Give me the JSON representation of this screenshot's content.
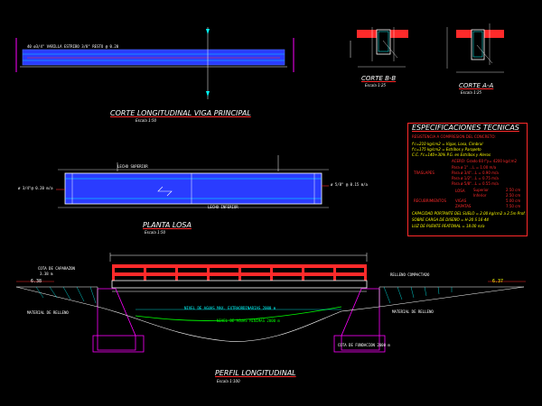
{
  "drawing": {
    "beam_section": {
      "title": "CORTE LONGITUDINAL VIGA PRINCIPAL",
      "scale": "Escala 1:50",
      "note": "40 ø3/4\" VARILLA  ESTRIBO 3/8\"  RESTO @ 0.20"
    },
    "section_bb": {
      "title": "CORTE B-B",
      "scale": "Escala 1:25"
    },
    "section_aa": {
      "title": "CORTE A-A",
      "scale": "Escala 1:25"
    },
    "slab_plan": {
      "title": "PLANTA LOSA",
      "scale": "Escala 1:50",
      "top_label": "LECHO SUPERIOR",
      "bottom_label": "LECHO INFERIOR",
      "left_note": "ø 3/4\"@ 0.20 m/a",
      "right_note": "ø 5/8\" @ 0.15 m/a"
    },
    "profile": {
      "title": "PERFIL LONGITUDINAL",
      "scale": "Escala 1:100",
      "left_level": "COTA DE CAPARAZON",
      "left_level_value": "3.38 m",
      "left_elev": "6.38",
      "right_level": "RELLENO COMPACTADO",
      "right_elev": "6.37",
      "left_fill": "MATERIAL DE RELLENO",
      "right_fill": "MATERIAL DE RELLENO",
      "max_water": "NIVEL DE AGUAS MAX. EXTRAORDINARIAS 2000 m",
      "min_water": "NIVEL DE AGUAS MINIMAS 2000 m",
      "foundation": "COTA DE FUNDACION 2000 m"
    },
    "specifications": {
      "title": "ESPECIFICACIONES TECNICAS",
      "concrete_header": "RESISTENCIA A COMPRESION DEL CONCRETO:",
      "concrete_lines": [
        "f'c=210 kg/cm2 = Vigas, Losa, Cimbral",
        "f'c=175 kg/cm2 = Estribos y Parapeto",
        "C.C. f'c=140+30% P.G. en Estribos y Aleros"
      ],
      "steel_line": "ACERO: Grado 60  f'y= 4200 kg/cm2",
      "overlap_label": "TRASLAPES",
      "overlaps": [
        "Para ø 1\"  ...L = 1.00 m/a",
        "Para ø 3/4\"...L = 0.90 m/a",
        "Para ø 1/2\"...L = 0.75 m/a",
        "Para ø 5/8\"...L = 0.55 m/a"
      ],
      "cover_label": "RECUBRIMIENTOS",
      "covers": [
        {
          "element": "LOSA",
          "face": "Superior",
          "value": "2.50 cm"
        },
        {
          "element": "",
          "face": "Inferior",
          "value": "2.50 cm"
        },
        {
          "element": "VIGAS",
          "face": "",
          "value": "5.00 cm"
        },
        {
          "element": "ZAPATAS",
          "face": "",
          "value": "7.50 cm"
        }
      ],
      "footer_lines": [
        "CAPACIDAD PORTANTE DEL SUELO = 2.00 kg/cm2 a 2.5m Prof.",
        "SOBRE CARGA DE DISEÑO = H-20 S 16-44",
        "LUZ DE PUENTE PEATONAL = 18.00 m/a"
      ]
    }
  },
  "colors": {
    "background": "#000000",
    "steel_blue": "#2a3cff",
    "concrete_red": "#ff2a2a",
    "cyan": "#00ffff",
    "yellow": "#ffff00",
    "magenta": "#ff00ff",
    "green": "#00ff00",
    "white": "#ffffff"
  }
}
